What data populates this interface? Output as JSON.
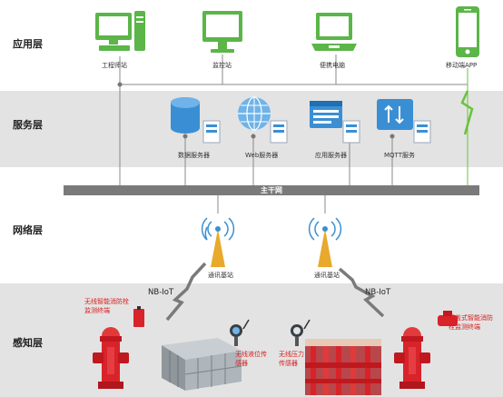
{
  "layers": {
    "application": {
      "label": "应用层"
    },
    "service": {
      "label": "服务层"
    },
    "network": {
      "label": "网络层"
    },
    "perception": {
      "label": "感知层"
    }
  },
  "application": {
    "workstation": "工程师站",
    "monitor_station": "监控站",
    "laptop": "便携电脑",
    "mobile_app": "移动端APP"
  },
  "service": {
    "database_server": "数据服务器",
    "web_server": "Web服务器",
    "app_server": "应用服务器",
    "mqtt_service": "MQTT服务"
  },
  "network": {
    "backbone": "主干网",
    "base_station_1": "通讯基站",
    "base_station_2": "通讯基站",
    "nb_iot_left": "NB-IoT",
    "nb_iot_right": "NB-IoT"
  },
  "perception": {
    "hydrant_left_label": "无线智能消防栓监测终端",
    "level_sensor": "无线液位传感器",
    "pressure_sensor": "无线压力传感器",
    "hydrant_right_label": "闷盖式智能消防栓监测终端"
  },
  "colors": {
    "app_bg": "#ffffff",
    "service_bg": "#e3e3e3",
    "network_bg": "#ffffff",
    "perception_bg": "#e3e3e3",
    "backbone": "#7a7a7a",
    "device_green": "#5bb548",
    "server_blue": "#3a8fd4",
    "hydrant_red": "#d8232a",
    "lightning_green": "#69c23c"
  }
}
